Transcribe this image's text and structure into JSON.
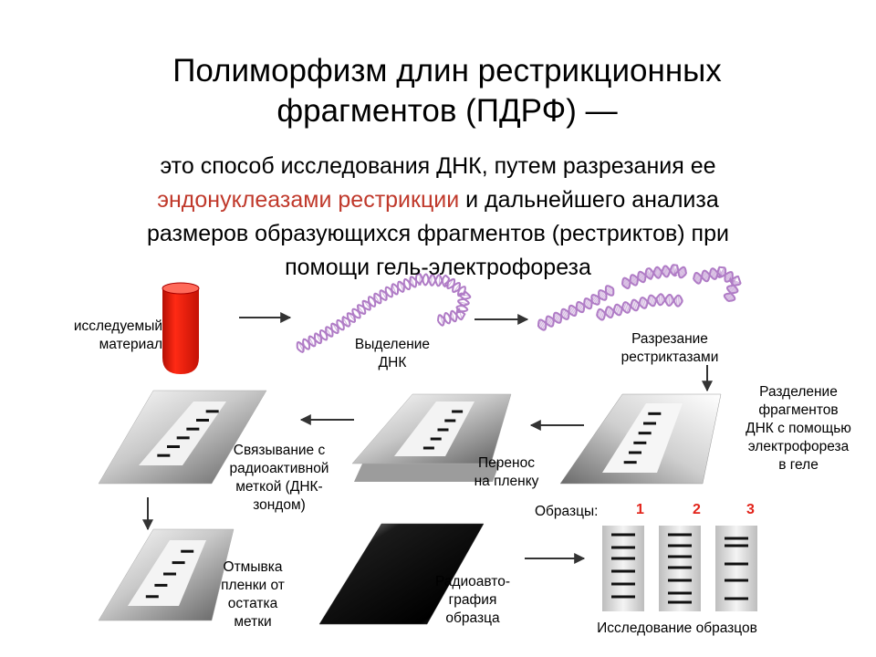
{
  "title": {
    "line1": "Полиморфизм длин рестрикционных",
    "line2": "фрагментов (ПДРФ) —"
  },
  "intro": {
    "line1": "это способ исследования ДНК, путем разрезания ее",
    "line2_highlight": "эндонуклеазами рестрикции",
    "line2_rest": " и дальнейшего анализа",
    "line3": "размеров образующихся фрагментов (рестриктов) при",
    "line4": "помощи гель-электрофореза",
    "highlight_color": "#c0392b"
  },
  "steps": {
    "material": [
      "исследуемый",
      "материал"
    ],
    "isolation": [
      "Выделение",
      "ДНК"
    ],
    "cutting": [
      "Разрезание",
      "рестриктазами"
    ],
    "separation": [
      "Разделение",
      "фрагментов",
      "ДНК с помощью",
      "электрофореза",
      "в геле"
    ],
    "transfer": [
      "Перенос",
      "на пленку"
    ],
    "binding": [
      "Связывание с",
      "радиоактивной",
      "меткой (ДНК-",
      "зондом)"
    ],
    "washing": [
      "Отмывка",
      "пленки от",
      "остатка",
      "метки"
    ],
    "autoradiography": [
      "Радиоавто-",
      "графия",
      "образца"
    ],
    "analysis": "Исследование образцов"
  },
  "samples": {
    "label": "Образцы:",
    "numbers": [
      "1",
      "2",
      "3"
    ],
    "number_color": "#e2231a"
  },
  "colors": {
    "tube": "#ee1c0c",
    "dna": "#b07cc6",
    "arrow": "#333333"
  }
}
